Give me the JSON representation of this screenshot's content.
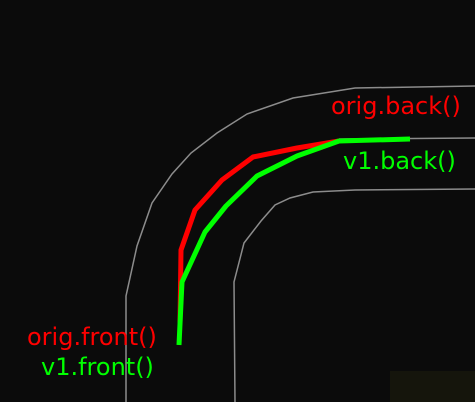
{
  "labels": {
    "orig_back": "orig.back()",
    "v1_back": "v1.back()",
    "orig_front": "orig.front()",
    "v1_front": "v1.front()"
  },
  "colors": {
    "background": "#0b0b0b",
    "road_edge": "#8c8c8c",
    "orig": "#ff0000",
    "v1": "#00ff00",
    "corner_patch": "#15150c"
  }
}
